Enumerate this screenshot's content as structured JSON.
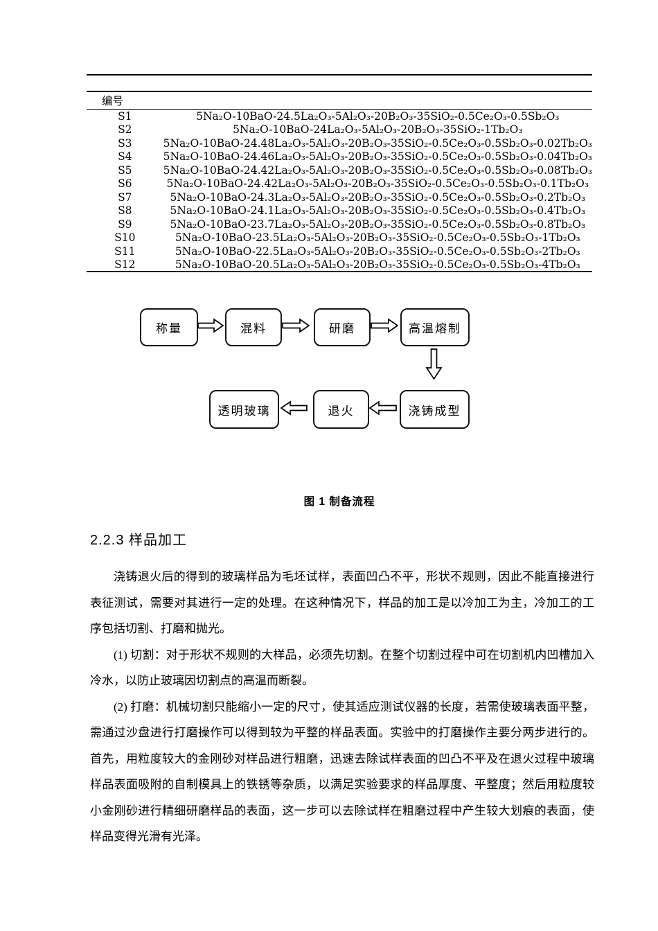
{
  "table": {
    "header": "编号",
    "rows": [
      {
        "id": "S1",
        "composition": "5Na₂O-10BaO-24.5La₂O₃-5Al₂O₃-20B₂O₃-35SiO₂-0.5Ce₂O₃-0.5Sb₂O₃"
      },
      {
        "id": "S2",
        "composition": "5Na₂O-10BaO-24La₂O₃-5Al₂O₃-20B₂O₃-35SiO₂-1Tb₂O₃"
      },
      {
        "id": "S3",
        "composition": "5Na₂O-10BaO-24.48La₂O₃-5Al₂O₃-20B₂O₃-35SiO₂-0.5Ce₂O₃-0.5Sb₂O₃-0.02Tb₂O₃"
      },
      {
        "id": "S4",
        "composition": "5Na₂O-10BaO-24.46La₂O₃-5Al₂O₃-20B₂O₃-35SiO₂-0.5Ce₂O₃-0.5Sb₂O₃-0.04Tb₂O₃"
      },
      {
        "id": "S5",
        "composition": "5Na₂O-10BaO-24.42La₂O₃-5Al₂O₃-20B₂O₃-35SiO₂-0.5Ce₂O₃-0.5Sb₂O₃-0.08Tb₂O₃"
      },
      {
        "id": "S6",
        "composition": "5Na₂O-10BaO-24.42La₂O₃-5Al₂O₃-20B₂O₃-35SiO₂-0.5Ce₂O₃-0.5Sb₂O₃-0.1Tb₂O₃"
      },
      {
        "id": "S7",
        "composition": "5Na₂O-10BaO-24.3La₂O₃-5Al₂O₃-20B₂O₃-35SiO₂-0.5Ce₂O₃-0.5Sb₂O₃-0.2Tb₂O₃"
      },
      {
        "id": "S8",
        "composition": "5Na₂O-10BaO-24.1La₂O₃-5Al₂O₃-20B₂O₃-35SiO₂-0.5Ce₂O₃-0.5Sb₂O₃-0.4Tb₂O₃"
      },
      {
        "id": "S9",
        "composition": "5Na₂O-10BaO-23.7La₂O₃-5Al₂O₃-20B₂O₃-35SiO₂-0.5Ce₂O₃-0.5Sb₂O₃-0.8Tb₂O₃"
      },
      {
        "id": "S10",
        "composition": "5Na₂O-10BaO-23.5La₂O₃-5Al₂O₃-20B₂O₃-35SiO₂-0.5Ce₂O₃-0.5Sb₂O₃-1Tb₂O₃"
      },
      {
        "id": "S11",
        "composition": "5Na₂O-10BaO-22.5La₂O₃-5Al₂O₃-20B₂O₃-35SiO₂-0.5Ce₂O₃-0.5Sb₂O₃-2Tb₂O₃"
      },
      {
        "id": "S12",
        "composition": "5Na₂O-10BaO-20.5La₂O₃-5Al₂O₃-20B₂O₃-35SiO₂-0.5Ce₂O₃-0.5Sb₂O₃-4Tb₂O₃"
      }
    ]
  },
  "flowchart": {
    "steps": {
      "weighing": "称量",
      "mixing": "混料",
      "grinding": "研磨",
      "melting": "高温熔制",
      "casting": "浇铸成型",
      "annealing": "退火",
      "glass": "透明玻璃"
    }
  },
  "figure": {
    "caption": "图 1 制备流程"
  },
  "section": {
    "heading": "2.2.3 样品加工"
  },
  "paragraphs": {
    "p1": "浇铸退火后的得到的玻璃样品为毛坯试样，表面凹凸不平，形状不规则，因此不能直接进行表征测试，需要对其进行一定的处理。在这种情况下，样品的加工是以冷加工为主，冷加工的工序包括切割、打磨和抛光。",
    "p2": "(1) 切割：对于形状不规则的大样品，必须先切割。在整个切割过程中可在切割机内凹槽加入冷水，以防止玻璃因切割点的高温而断裂。",
    "p3": "(2) 打磨：机械切割只能缩小一定的尺寸，使其适应测试仪器的长度，若需使玻璃表面平整，需通过沙盘进行打磨操作可以得到较为平整的样品表面。实验中的打磨操作主要分两步进行的。首先，用粒度较大的金刚砂对样品进行粗磨，迅速去除试样表面的凹凸不平及在退火过程中玻璃样品表面吸附的自制模具上的铁锈等杂质，以满足实验要求的样品厚度、平整度；然后用粒度较小金刚砂进行精细研磨样品的表面，这一步可以去除试样在粗磨过程中产生较大划痕的表面，使样品变得光滑有光泽。"
  },
  "colors": {
    "ink": "#000000",
    "paper": "#ffffff"
  }
}
